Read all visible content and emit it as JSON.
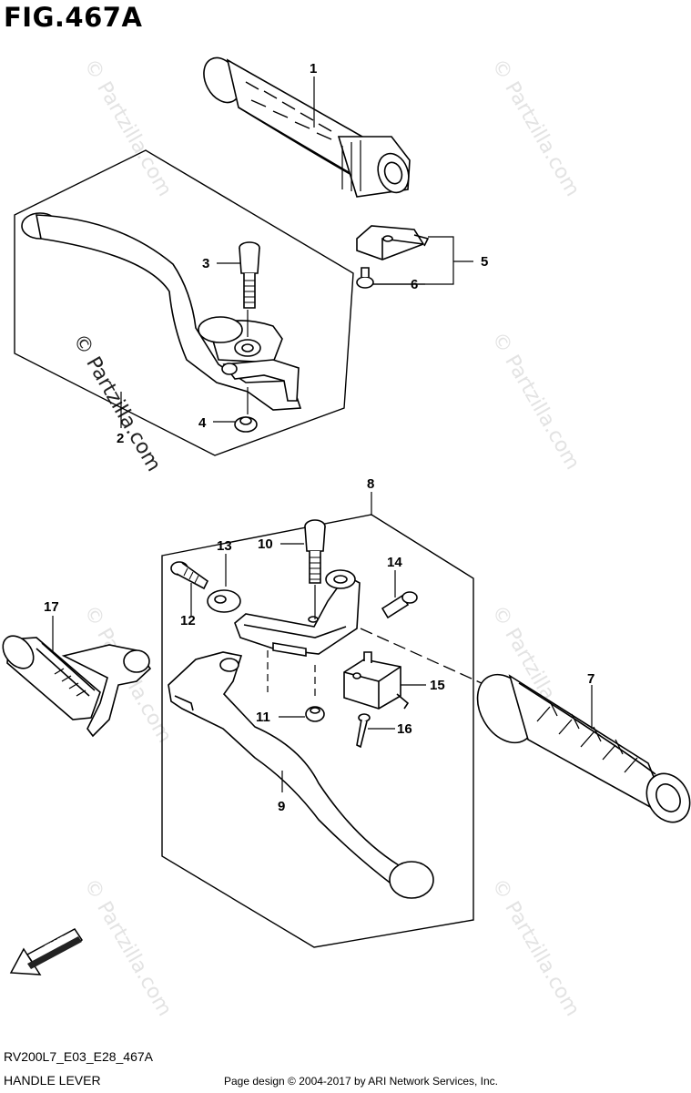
{
  "figure": {
    "title": "FIG.467A",
    "code": "RV200L7_E03_E28_467A",
    "name": "HANDLE LEVER",
    "copyright": "Page design © 2004-2017 by ARI Network Services, Inc."
  },
  "fwd_label": "FWD",
  "watermark": "© Partzilla.com",
  "callouts": [
    {
      "id": "part-1",
      "label": "1"
    },
    {
      "id": "part-2",
      "label": "2"
    },
    {
      "id": "part-3",
      "label": "3"
    },
    {
      "id": "part-4",
      "label": "4"
    },
    {
      "id": "part-5",
      "label": "5"
    },
    {
      "id": "part-6",
      "label": "6"
    },
    {
      "id": "part-7",
      "label": "7"
    },
    {
      "id": "part-8",
      "label": "8"
    },
    {
      "id": "part-9",
      "label": "9"
    },
    {
      "id": "part-10",
      "label": "10"
    },
    {
      "id": "part-11",
      "label": "11"
    },
    {
      "id": "part-12",
      "label": "12"
    },
    {
      "id": "part-13",
      "label": "13"
    },
    {
      "id": "part-14",
      "label": "14"
    },
    {
      "id": "part-15",
      "label": "15"
    },
    {
      "id": "part-16",
      "label": "16"
    },
    {
      "id": "part-17",
      "label": "17"
    }
  ]
}
